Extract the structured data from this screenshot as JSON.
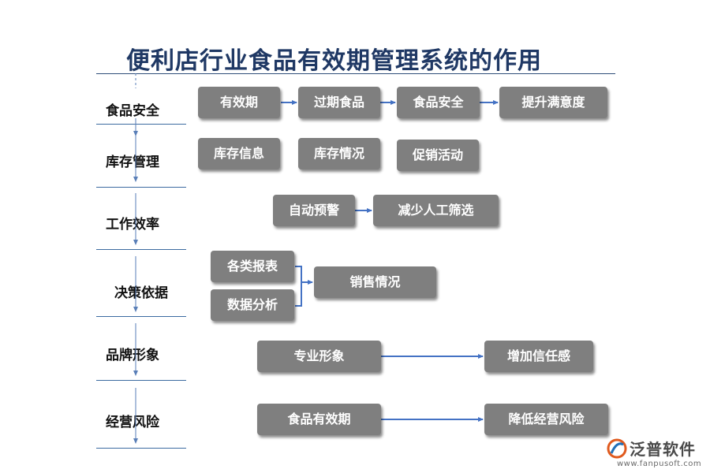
{
  "title": "便利店行业食品有效期管理系统的作用",
  "categories": [
    "食品安全",
    "库存管理",
    "工作效率",
    "决策依据",
    "品牌形象",
    "经营风险"
  ],
  "nodes": {
    "validity": "有效期",
    "expired_food": "过期食品",
    "food_safety": "食品安全",
    "satisfaction": "提升满意度",
    "stock_info": "库存信息",
    "stock_status": "库存情况",
    "promotion": "促销活动",
    "auto_warning": "自动预警",
    "reduce_manual": "减少人工筛选",
    "reports": "各类报表",
    "data_analysis": "数据分析",
    "sales": "销售情况",
    "professional_image": "专业形象",
    "trust": "增加信任感",
    "food_validity": "食品有效期",
    "reduce_risk": "降低经营风险"
  },
  "edges": [
    [
      "validity",
      "expired_food"
    ],
    [
      "expired_food",
      "food_safety"
    ],
    [
      "food_safety",
      "satisfaction"
    ],
    [
      "auto_warning",
      "reduce_manual"
    ],
    [
      "reports",
      "sales"
    ],
    [
      "data_analysis",
      "sales"
    ],
    [
      "professional_image",
      "trust"
    ],
    [
      "food_validity",
      "reduce_risk"
    ]
  ],
  "logo": {
    "name": "泛普软件",
    "url": "www.fanpusoft.com"
  },
  "colors": {
    "title": "#1f3864",
    "box": "#7f7f7f",
    "arrow": "#4472c4",
    "separator": "#3b6aa0"
  }
}
